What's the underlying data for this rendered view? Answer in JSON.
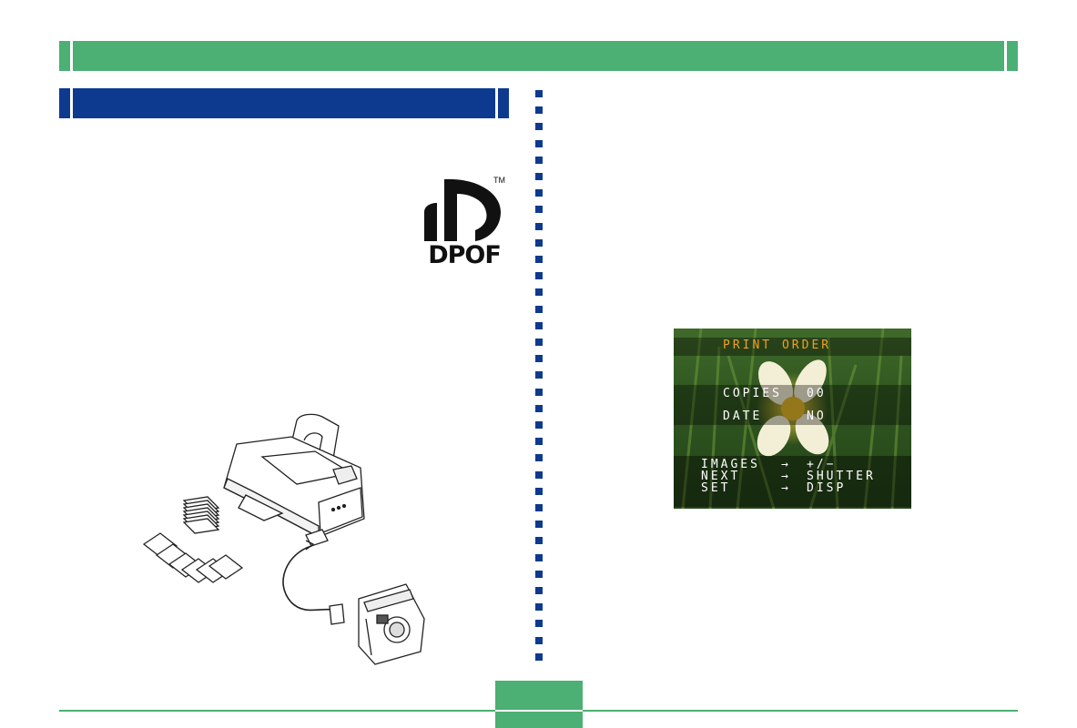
{
  "dpof_logo": {
    "text": "DPOF",
    "trademark": "TM"
  },
  "lcd": {
    "title": "PRINT ORDER",
    "copies_label": "COPIES",
    "copies_value": "00",
    "date_label": "DATE",
    "date_value": "NO",
    "help": [
      {
        "label": "IMAGES",
        "arrow": "→",
        "action": "+/−"
      },
      {
        "label": "NEXT",
        "arrow": "→",
        "action": "SHUTTER"
      },
      {
        "label": "SET",
        "arrow": "→",
        "action": "DISP"
      }
    ]
  },
  "colors": {
    "header_green": "#4caf73",
    "section_blue": "#0d3a8f",
    "lcd_title_orange": "#f0a020"
  }
}
